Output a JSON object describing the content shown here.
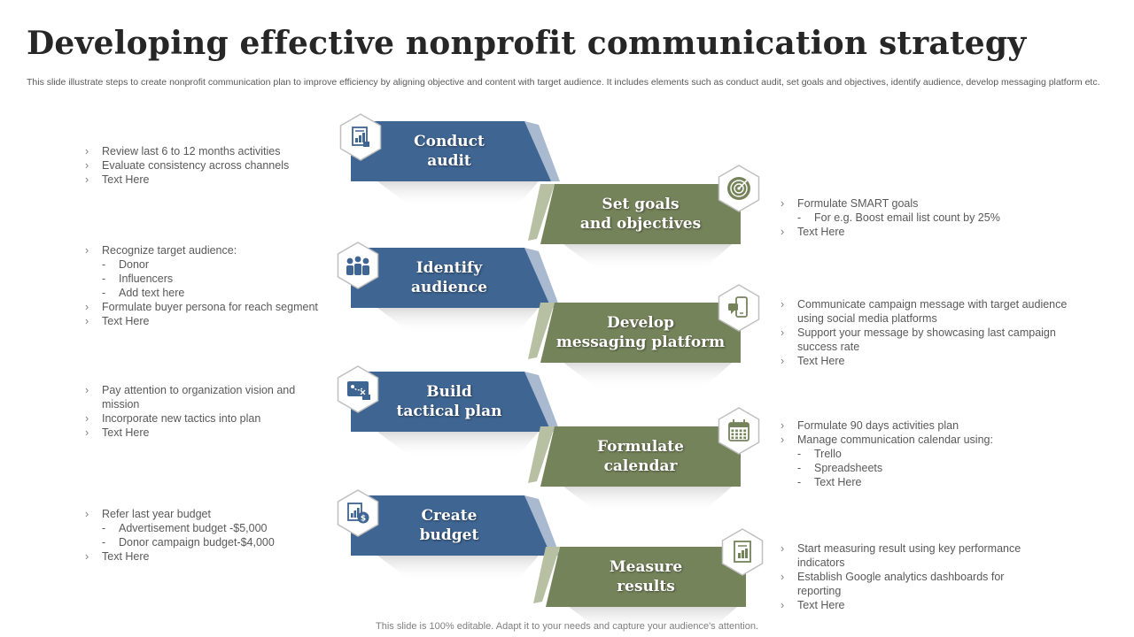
{
  "title": "Developing effective nonprofit communication strategy",
  "subtitle": "This slide illustrate steps to create nonprofit communication plan to improve efficiency by aligning objective and content with target audience. It includes elements such as conduct audit, set goals and objectives, identify audience, develop messaging platform etc.",
  "footer": "This slide is 100% editable. Adapt it to your needs and capture your audience's attention.",
  "colors": {
    "blue": "#3f6592",
    "green": "#75835b",
    "fold_blue": "#a8b9d0",
    "fold_green": "#b7c0a2"
  },
  "steps": [
    {
      "label": "Conduct\naudit",
      "color": "blue",
      "icon": "audit-report-icon",
      "bullets": [
        {
          "text": "Review  last 6 to 12 months activities",
          "level": 0
        },
        {
          "text": "Evaluate  consistency across channels",
          "level": 0
        },
        {
          "text": "Text Here",
          "level": 0
        }
      ]
    },
    {
      "label": "Set goals\nand objectives",
      "color": "green",
      "icon": "target-icon",
      "bullets": [
        {
          "text": "Formulate SMART goals",
          "level": 0
        },
        {
          "text": "For e.g. Boost email list count by 25%",
          "level": 1
        },
        {
          "text": "Text Here",
          "level": 0
        }
      ]
    },
    {
      "label": "Identify\naudience",
      "color": "blue",
      "icon": "audience-group-icon",
      "bullets": [
        {
          "text": "Recognize target audience:",
          "level": 0
        },
        {
          "text": "Donor",
          "level": 1
        },
        {
          "text": "Influencers",
          "level": 1
        },
        {
          "text": "Add text here",
          "level": 1
        },
        {
          "text": "Formulate buyer persona for reach segment",
          "level": 0
        },
        {
          "text": "Text Here",
          "level": 0
        }
      ]
    },
    {
      "label": "Develop\nmessaging platform",
      "color": "green",
      "icon": "mobile-message-icon",
      "bullets": [
        {
          "text": "Communicate campaign message with target audience using social media platforms",
          "level": 0
        },
        {
          "text": "Support your message by showcasing last campaign success rate",
          "level": 0
        },
        {
          "text": "Text Here",
          "level": 0
        }
      ]
    },
    {
      "label": "Build\ntactical plan",
      "color": "blue",
      "icon": "tactical-map-icon",
      "bullets": [
        {
          "text": "Pay attention to organization vision and mission",
          "level": 0
        },
        {
          "text": "Incorporate  new tactics into plan",
          "level": 0
        },
        {
          "text": "Text Here",
          "level": 0
        }
      ]
    },
    {
      "label": "Formulate\ncalendar",
      "color": "green",
      "icon": "calendar-icon",
      "bullets": [
        {
          "text": "Formulate 90 days activities plan",
          "level": 0
        },
        {
          "text": "Manage communication calendar using:",
          "level": 0
        },
        {
          "text": "Trello",
          "level": 1
        },
        {
          "text": "Spreadsheets",
          "level": 1
        },
        {
          "text": "Text Here",
          "level": 1
        }
      ]
    },
    {
      "label": "Create\nbudget",
      "color": "blue",
      "icon": "budget-icon",
      "bullets": [
        {
          "text": "Refer last year budget",
          "level": 0
        },
        {
          "text": "Advertisement  budget -$5,000",
          "level": 1
        },
        {
          "text": "Donor  campaign budget-$4,000",
          "level": 1
        },
        {
          "text": "Text Here",
          "level": 0
        }
      ]
    },
    {
      "label": "Measure\nresults",
      "color": "green",
      "icon": "kpi-report-icon",
      "bullets": [
        {
          "text": "Start measuring result using key performance indicators",
          "level": 0
        },
        {
          "text": "Establish Google  analytics dashboards for reporting",
          "level": 0
        },
        {
          "text": "Text Here",
          "level": 0
        }
      ]
    }
  ]
}
